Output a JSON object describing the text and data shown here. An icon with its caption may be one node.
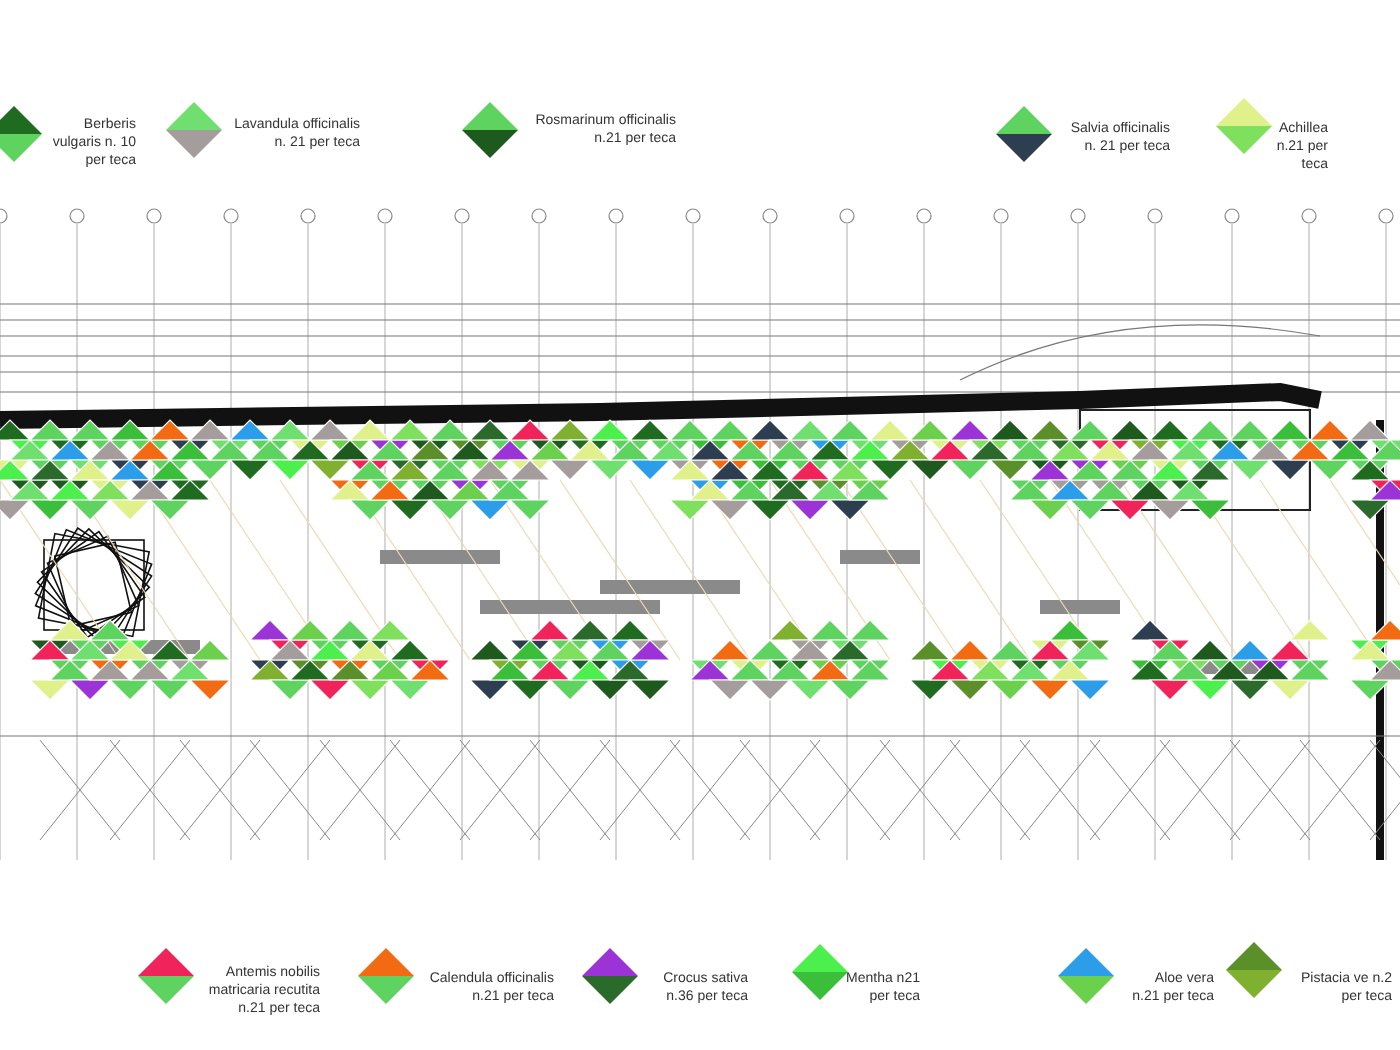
{
  "diagram": {
    "legend": [
      {
        "text": "Berberis vulgaris n. 10 per teca"
      },
      {
        "text": "Lavandula officinalis n. 21 per teca"
      },
      {
        "text": "Rosmarinum officinalis n.21 per teca"
      },
      {
        "text": "Salvia officinalis n. 21 per teca"
      },
      {
        "text": "Achillea n.21 per teca"
      },
      {
        "text": "Antemis nobilis matricaria recutita n.21 per teca"
      },
      {
        "text": "Calendula officinalis n.21 per teca"
      },
      {
        "text": "Crocus sativa n.36 per teca"
      },
      {
        "text": "Mentha n21 per teca"
      },
      {
        "text": "Aloe vera n.21 per teca"
      },
      {
        "text": "Pistacia ve n.2 per teca"
      }
    ]
  }
}
